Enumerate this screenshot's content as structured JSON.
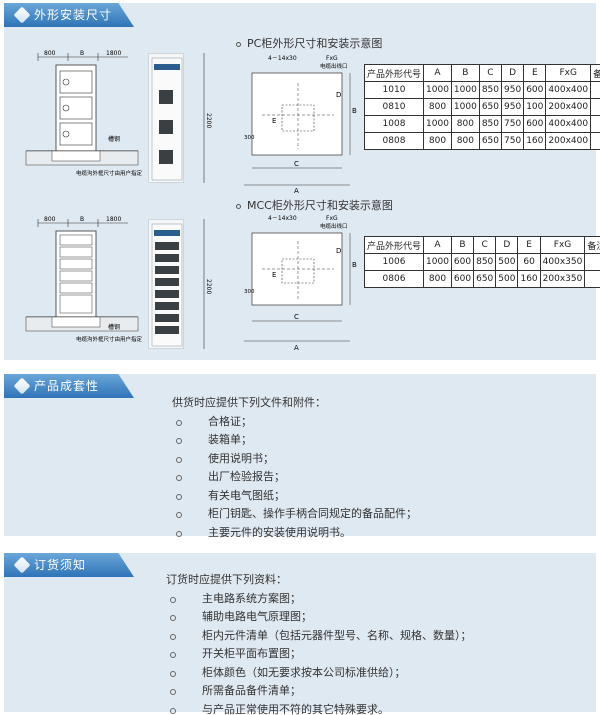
{
  "section1": {
    "tab": "外形安装尺寸",
    "pc": {
      "caption": "PC柜外形尺寸和安装示意图",
      "front_dims": [
        "800",
        "B",
        "1800"
      ],
      "front_labels": [
        "槽钢",
        "电缆沟外框尺寸由用户指定"
      ],
      "height_label": "2200",
      "plan_labels": {
        "holes": "4－14x30",
        "fxg": "FxG",
        "cable": "电缆出线口",
        "a": "A",
        "b": "B",
        "c": "C",
        "d": "D",
        "e": "E",
        "side": "300"
      },
      "table": {
        "headers": [
          "产品外形代号",
          "A",
          "B",
          "C",
          "D",
          "E",
          "FxG",
          "备注"
        ],
        "rows": [
          [
            "1010",
            "1000",
            "1000",
            "850",
            "950",
            "600",
            "400x400",
            ""
          ],
          [
            "0810",
            "800",
            "1000",
            "650",
            "950",
            "100",
            "200x400",
            ""
          ],
          [
            "1008",
            "1000",
            "800",
            "850",
            "750",
            "600",
            "400x400",
            ""
          ],
          [
            "0808",
            "800",
            "800",
            "650",
            "750",
            "160",
            "200x400",
            ""
          ]
        ]
      }
    },
    "mcc": {
      "caption": "MCC柜外形尺寸和安装示意图",
      "front_dims": [
        "800",
        "B",
        "1800"
      ],
      "front_labels": [
        "槽钢",
        "电缆沟外框尺寸由用户指定"
      ],
      "height_label": "2200",
      "plan_labels": {
        "holes": "4－14x30",
        "fxg": "FxG",
        "cable": "电缆出线口",
        "a": "A",
        "b": "B",
        "c": "C",
        "d": "D",
        "e": "E",
        "side": "300"
      },
      "table": {
        "headers": [
          "产品外形代号",
          "A",
          "B",
          "C",
          "D",
          "E",
          "FxG",
          "备注"
        ],
        "rows": [
          [
            "1006",
            "1000",
            "600",
            "850",
            "500",
            "60",
            "400x350",
            ""
          ],
          [
            "0806",
            "800",
            "600",
            "650",
            "500",
            "160",
            "200x350",
            ""
          ]
        ]
      }
    }
  },
  "section2": {
    "tab": "产品成套性",
    "intro": "供货时应提供下列文件和附件：",
    "items": [
      "合格证；",
      "装箱单；",
      "使用说明书；",
      "出厂检验报告；",
      "有关电气图纸；",
      "柜门钥匙、操作手柄合同规定的备品配件；",
      "主要元件的安装使用说明书。"
    ]
  },
  "section3": {
    "tab": "订货须知",
    "intro": "订货时应提供下列资料：",
    "items": [
      "主电路系统方案图；",
      "辅助电路电气原理图；",
      "柜内元件清单（包括元器件型号、名称、规格、数量）；",
      "开关柜平面布置图；",
      "柜体颜色（如无要求按本公司标准供给）；",
      "所需备品备件清单；",
      "与产品正常使用不符的其它特殊要求。"
    ]
  }
}
